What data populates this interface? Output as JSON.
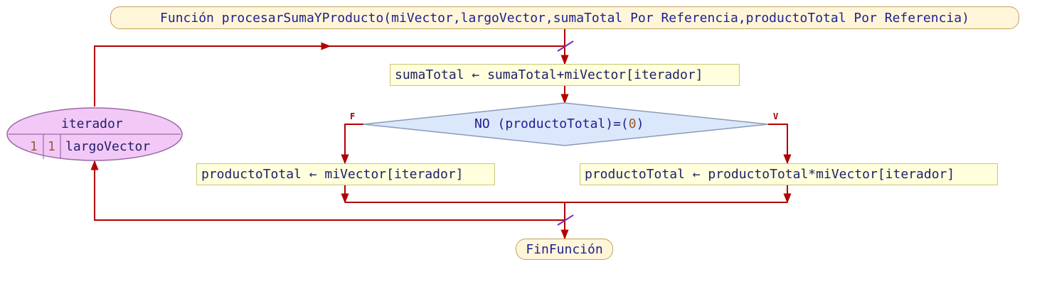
{
  "diagram": {
    "header": {
      "keyword": "Función",
      "signature": "procesarSumaYProducto(miVector,largoVector,sumaTotal",
      "ref1_kw": "Por Referencia",
      "mid": ",productoTotal",
      "ref2_kw": "Por Referencia",
      "close": ")"
    },
    "step1": {
      "target": "sumaTotal",
      "arrow": "←",
      "expr": "sumaTotal+miVector[iterador]"
    },
    "decision": {
      "kw": "NO",
      "open": "(productoTotal)=(",
      "num": "0",
      "close": ")",
      "false_label": "F",
      "true_label": "V"
    },
    "false_branch": {
      "target": "productoTotal",
      "arrow": "←",
      "expr": "miVector[iterador]"
    },
    "true_branch": {
      "target": "productoTotal",
      "arrow": "←",
      "expr": "productoTotal*miVector[iterador]"
    },
    "loop": {
      "variable": "iterador",
      "start": "1",
      "step": "1",
      "end": "largoVector"
    },
    "footer": {
      "label": "FinFunción"
    },
    "colors": {
      "line": "#b20000",
      "terminal_fill": "#fff6d9",
      "process_fill": "#ffffdd",
      "decision_fill": "#dbe7fb",
      "loop_fill": "#f2c8f6",
      "loop_marker": "#7a2bb5"
    }
  }
}
